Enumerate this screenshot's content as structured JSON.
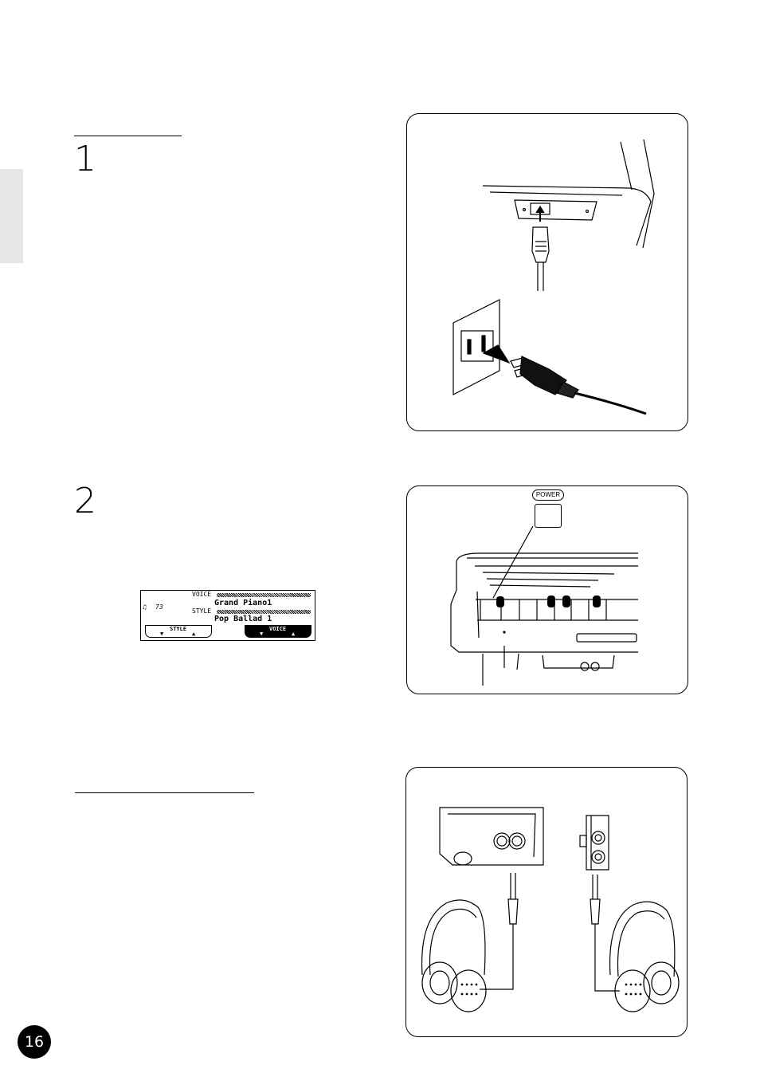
{
  "steps": {
    "step1": "1",
    "step2": "2"
  },
  "lcd": {
    "voice_label": "VOICE",
    "voice_name": "Grand Piano1",
    "style_label": "STYLE",
    "style_name": "Pop Ballad 1",
    "tempo_value": "73",
    "metronome_icon": "metronome-icon",
    "style_button": "STYLE",
    "voice_button": "VOICE",
    "down_arrow": "▼",
    "up_arrow": "▲"
  },
  "panel2": {
    "power_label": "POWER"
  },
  "footer": {
    "page_number": "16"
  }
}
